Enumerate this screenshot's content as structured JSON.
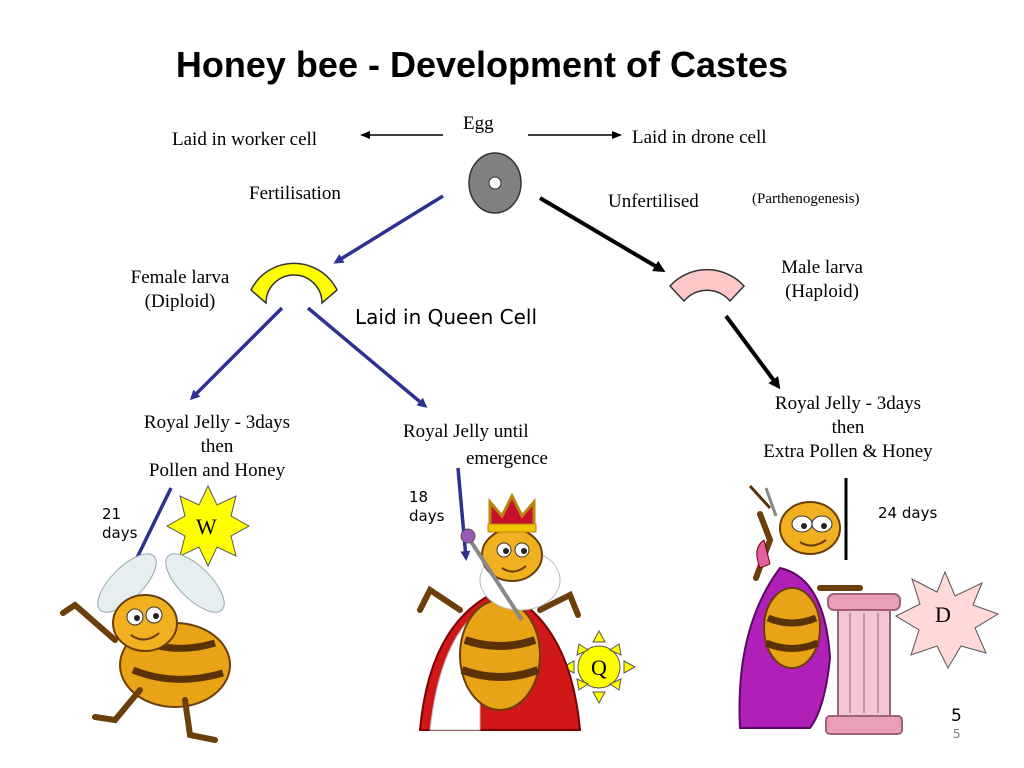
{
  "title": "Honey bee - Development of Castes",
  "egg": "Egg",
  "left_branch": {
    "label": "Laid in worker cell",
    "process": "Fertilisation"
  },
  "right_branch": {
    "label": "Laid in drone cell",
    "process": "Unfertilised",
    "note": "(Parthenogenesis)"
  },
  "female_larva": {
    "line1": "Female larva",
    "line2": "(Diploid)",
    "color": "#ffff00"
  },
  "male_larva": {
    "line1": "Male larva",
    "line2": "(Haploid)",
    "color": "#ffc8c8"
  },
  "queen_cell": "Laid in Queen Cell",
  "worker": {
    "line1": "Royal Jelly - 3days",
    "line2": "then",
    "line3": "Pollen and Honey",
    "days_num": "21",
    "days_word": "days",
    "badge": "W",
    "badge_color": "#ffff00"
  },
  "queen": {
    "line1": "Royal Jelly until",
    "line2": "emergence",
    "days_num": "18",
    "days_word": "days",
    "badge": "Q",
    "badge_color": "#ffff00"
  },
  "drone": {
    "line1": "Royal Jelly - 3days",
    "line2": "then",
    "line3": "Extra Pollen & Honey",
    "days": "24 days",
    "badge": "D",
    "badge_color": "#ffd8d8"
  },
  "colors": {
    "arrow_blue": "#2e3192",
    "arrow_black": "#000000",
    "egg_fill": "#808080"
  },
  "page_number": "5",
  "page_number_small": "5"
}
